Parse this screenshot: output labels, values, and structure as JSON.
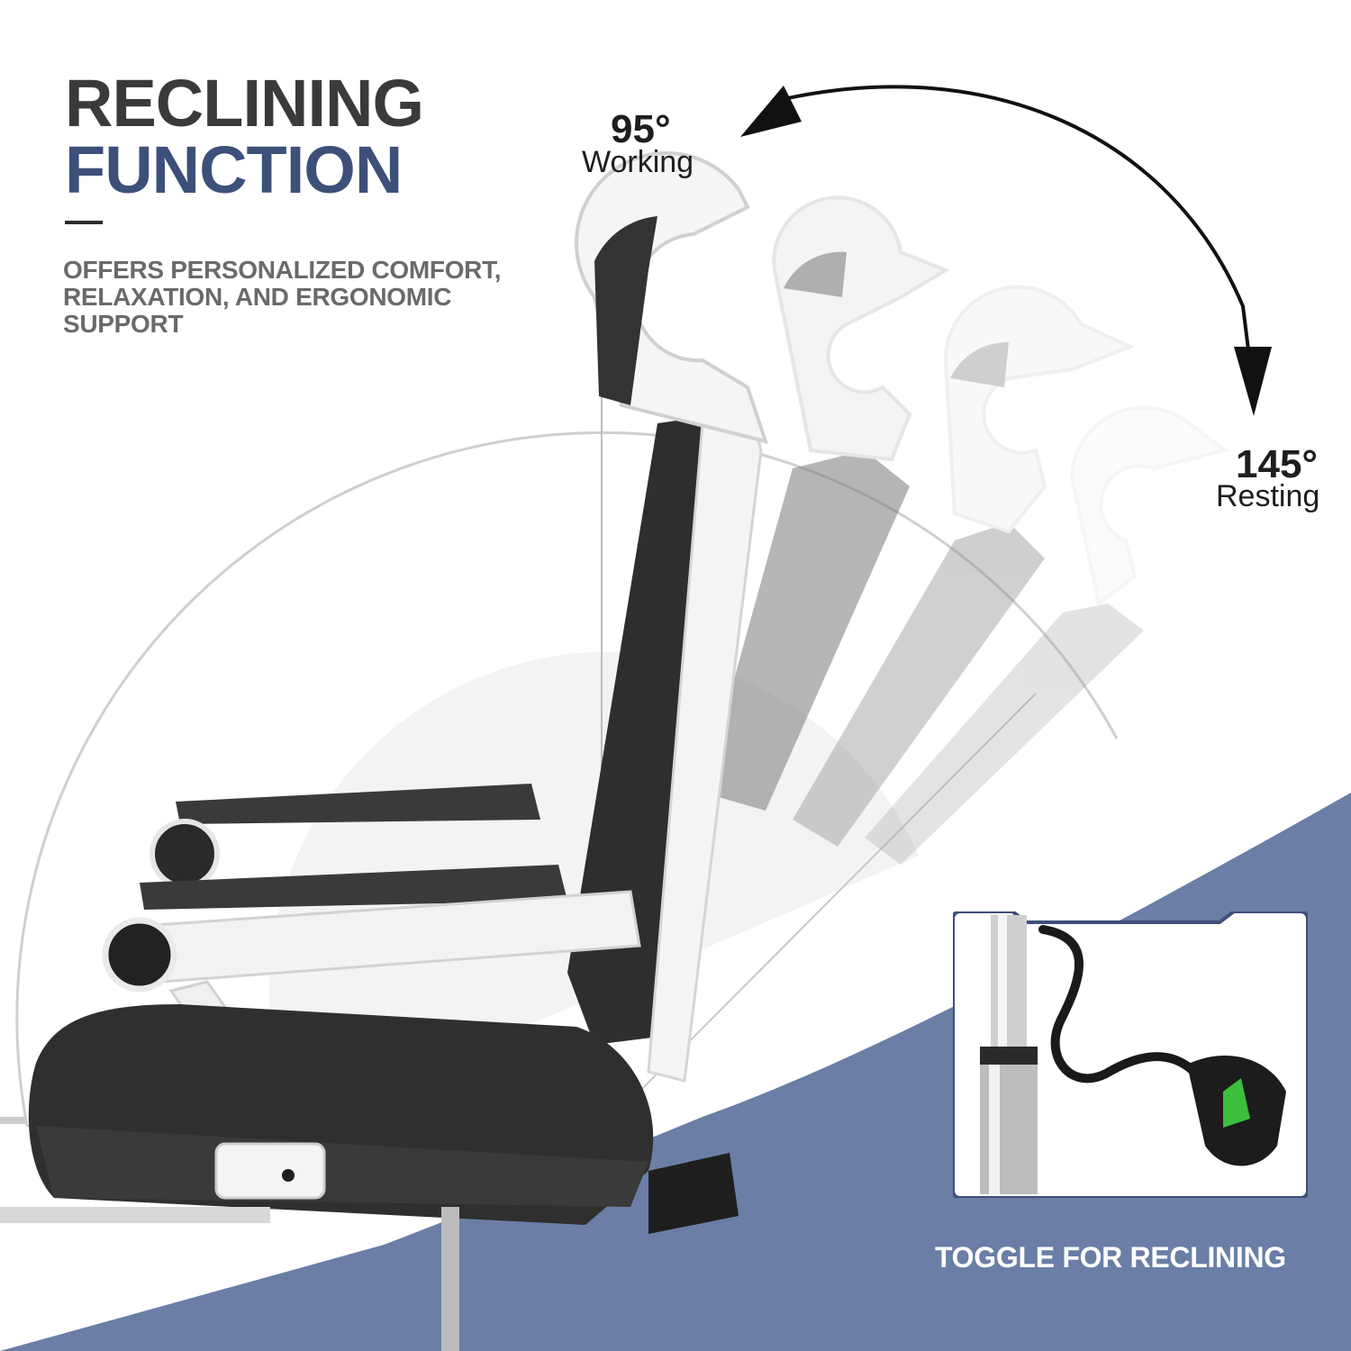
{
  "heading": {
    "line1": "RECLINING",
    "line2": "FUNCTION",
    "subtitle": "OFFERS PERSONALIZED COMFORT, RELAXATION, AND ERGONOMIC SUPPORT"
  },
  "angles": {
    "working_degrees": "95°",
    "working_label": "Working",
    "resting_degrees": "145°",
    "resting_label": "Resting"
  },
  "inset": {
    "caption": "TOGGLE FOR RECLINING"
  },
  "colors": {
    "title_dark": "#3a3a3a",
    "title_blue": "#3d5079",
    "bottom_panel": "#6a7ea6",
    "mesh": "#2e2e2e",
    "frame": "#f4f4f4"
  },
  "icons": [
    "recline-arc-arrow-icon",
    "lever-icon"
  ]
}
